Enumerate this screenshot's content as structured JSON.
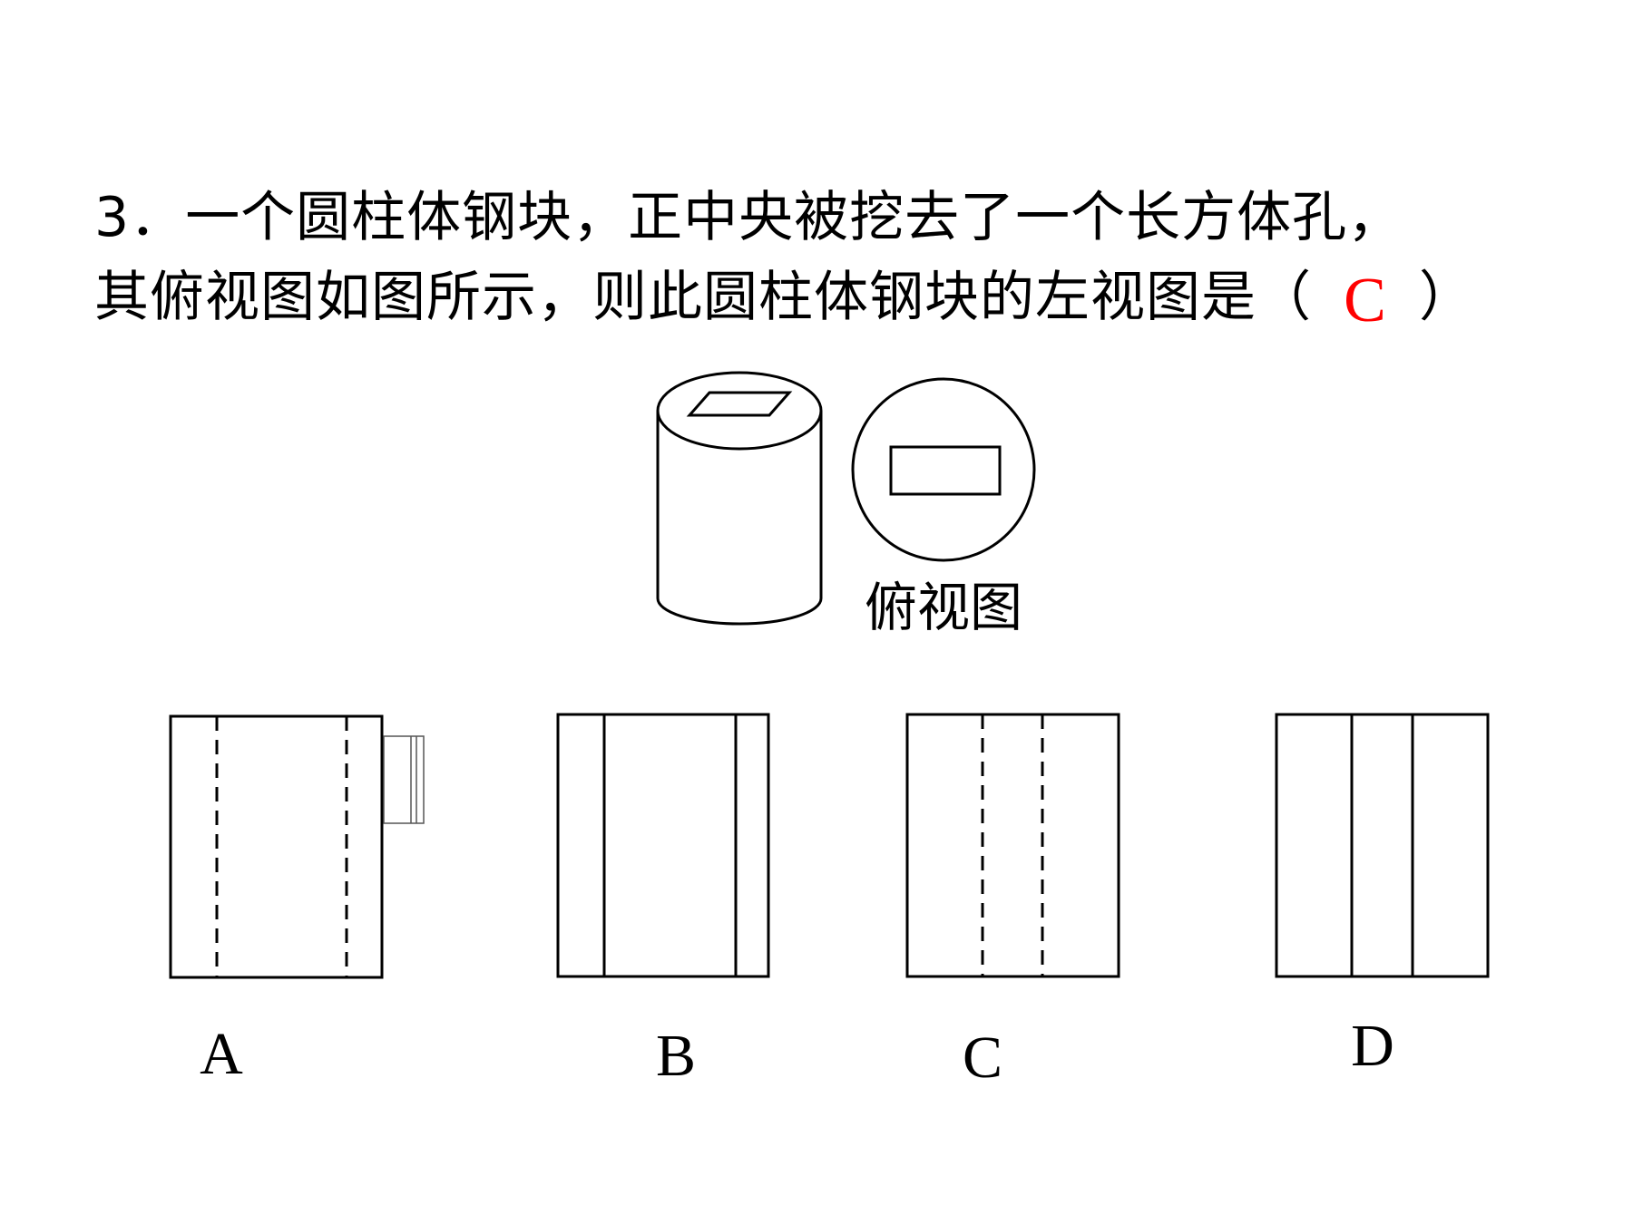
{
  "question": {
    "number": "3．",
    "line1": "一个圆柱体钢块，正中央被挖去了一个长方体孔，",
    "line2": "其俯视图如图所示，则此圆柱体钢块的左视图是（",
    "answer": "C",
    "close_paren": "）"
  },
  "figure": {
    "top_view_caption": "俯视图"
  },
  "options": [
    {
      "label": "A",
      "interior_lines": "dashed"
    },
    {
      "label": "B",
      "interior_lines": "solid"
    },
    {
      "label": "C",
      "interior_lines": "dashed"
    },
    {
      "label": "D",
      "interior_lines": "solid"
    }
  ],
  "colors": {
    "answer": "#ff0000",
    "line": "#000000"
  }
}
